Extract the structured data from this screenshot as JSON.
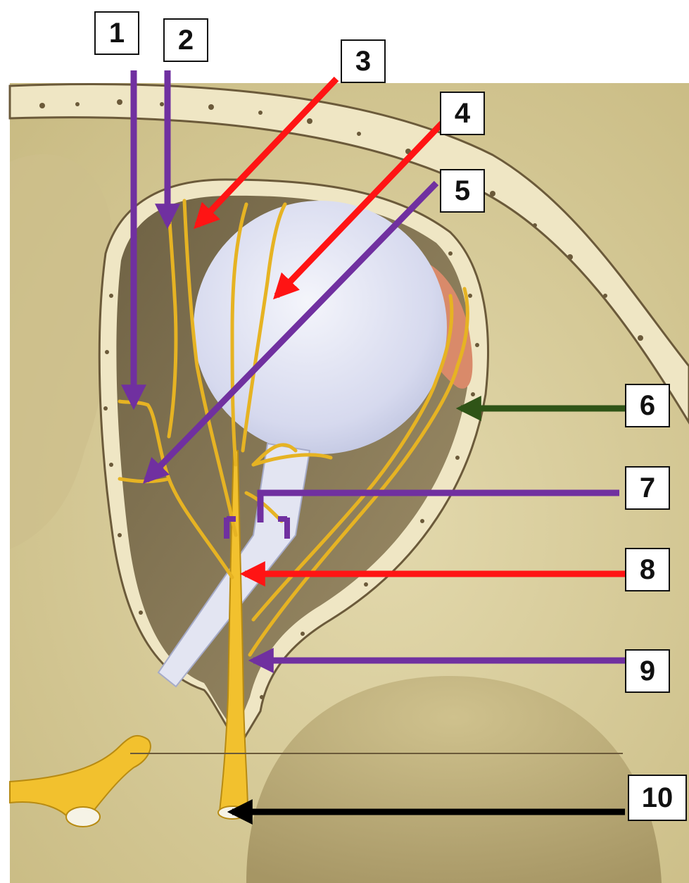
{
  "labels": [
    {
      "id": "1",
      "text": "1",
      "arrow_color": "purple"
    },
    {
      "id": "2",
      "text": "2",
      "arrow_color": "purple"
    },
    {
      "id": "3",
      "text": "3",
      "arrow_color": "red"
    },
    {
      "id": "4",
      "text": "4",
      "arrow_color": "red"
    },
    {
      "id": "5",
      "text": "5",
      "arrow_color": "purple"
    },
    {
      "id": "6",
      "text": "6",
      "arrow_color": "dark-green"
    },
    {
      "id": "7",
      "text": "7",
      "arrow_color": "purple"
    },
    {
      "id": "8",
      "text": "8",
      "arrow_color": "red"
    },
    {
      "id": "9",
      "text": "9",
      "arrow_color": "purple"
    },
    {
      "id": "10",
      "text": "10",
      "arrow_color": "black"
    }
  ],
  "colors": {
    "purple": "#7030a0",
    "red": "#ff1414",
    "dark-green": "#2f5417",
    "black": "#000000",
    "nerve": "#f2c12e",
    "bone": "#d9cfa3",
    "orbit_shadow": "#8a7a52",
    "eyeball": "#d8dcf0"
  }
}
